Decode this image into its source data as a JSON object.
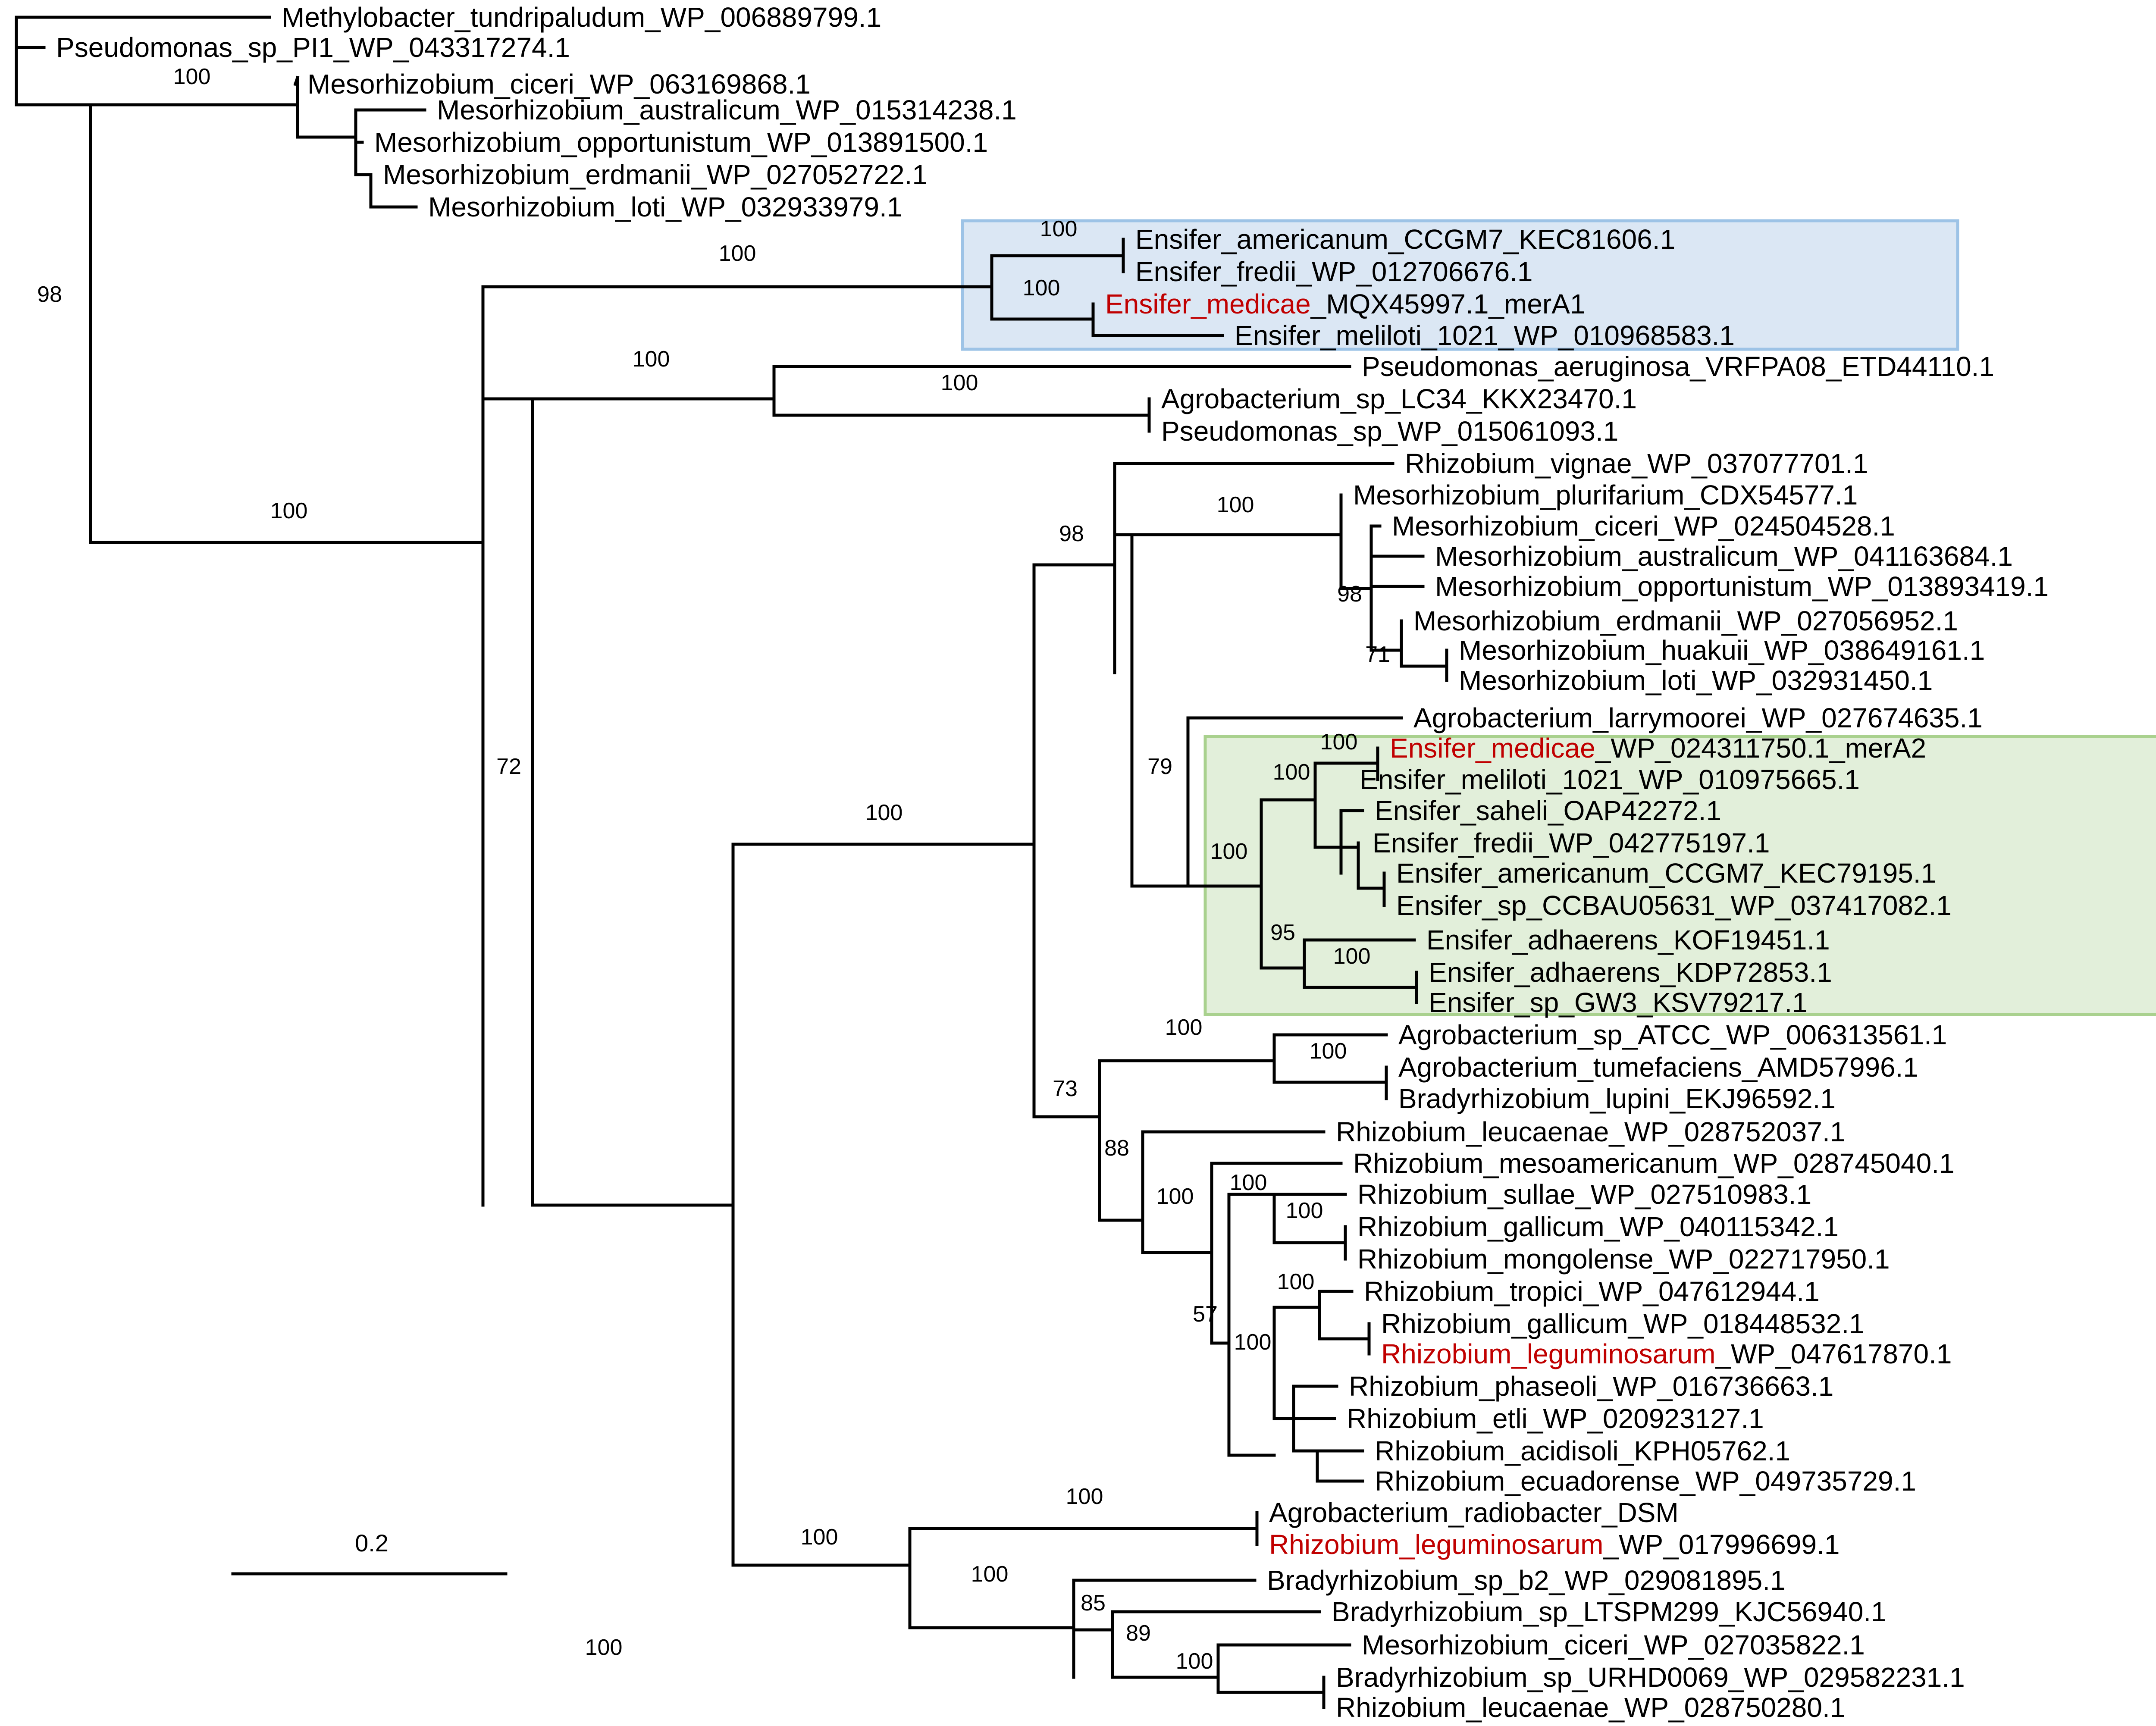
{
  "tree": {
    "colors": {
      "highlight_text": "#c00000",
      "box1_fill": "#dbe7f4",
      "box1_stroke": "#9dc3e6",
      "box2_fill": "#e2efda",
      "box2_stroke": "#a9d18e"
    },
    "scale_bar": {
      "label": "0.2"
    },
    "taxa": [
      {
        "id": "t1",
        "name": "Methylobacter_tundripaludum_WP_006889799.1"
      },
      {
        "id": "t2",
        "name": "Pseudomonas_sp_PI1_WP_043317274.1"
      },
      {
        "id": "t3",
        "name": "Mesorhizobium_ciceri_WP_063169868.1"
      },
      {
        "id": "t4",
        "name": "Mesorhizobium_australicum_WP_015314238.1"
      },
      {
        "id": "t5",
        "name": "Mesorhizobium_opportunistum_WP_013891500.1"
      },
      {
        "id": "t6",
        "name": "Mesorhizobium_erdmanii_WP_027052722.1"
      },
      {
        "id": "t7",
        "name": "Mesorhizobium_loti_WP_032933979.1"
      },
      {
        "id": "t8",
        "name": "Ensifer_americanum_CCGM7_KEC81606.1"
      },
      {
        "id": "t9",
        "name": "Ensifer_fredii_WP_012706676.1"
      },
      {
        "id": "t10",
        "name": "Ensifer_medicae_MQX45997.1_merA1",
        "highlight": "Ensifer_medicae",
        "rest": "_MQX45997.1_merA1"
      },
      {
        "id": "t11",
        "name": "Ensifer_meliloti_1021_WP_010968583.1"
      },
      {
        "id": "t12",
        "name": "Pseudomonas_aeruginosa_VRFPA08_ETD44110.1"
      },
      {
        "id": "t13",
        "name": "Agrobacterium_sp_LC34_KKX23470.1"
      },
      {
        "id": "t14",
        "name": "Pseudomonas_sp_WP_015061093.1"
      },
      {
        "id": "t15",
        "name": "Rhizobium_vignae_WP_037077701.1"
      },
      {
        "id": "t16",
        "name": "Mesorhizobium_plurifarium_CDX54577.1"
      },
      {
        "id": "t17",
        "name": "Mesorhizobium_ciceri_WP_024504528.1"
      },
      {
        "id": "t18",
        "name": "Mesorhizobium_australicum_WP_041163684.1"
      },
      {
        "id": "t19",
        "name": "Mesorhizobium_opportunistum_WP_013893419.1"
      },
      {
        "id": "t20",
        "name": "Mesorhizobium_erdmanii_WP_027056952.1"
      },
      {
        "id": "t21",
        "name": "Mesorhizobium_huakuii_WP_038649161.1"
      },
      {
        "id": "t22",
        "name": "Mesorhizobium_loti_WP_032931450.1"
      },
      {
        "id": "t23",
        "name": "Agrobacterium_larrymoorei_WP_027674635.1"
      },
      {
        "id": "t24",
        "name": "Ensifer_medicae_WP_024311750.1_merA2",
        "highlight": "Ensifer_medicae",
        "rest": "_WP_024311750.1_merA2"
      },
      {
        "id": "t25",
        "name": "Ensifer_meliloti_1021_WP_010975665.1"
      },
      {
        "id": "t26",
        "name": "Ensifer_saheli_OAP42272.1"
      },
      {
        "id": "t27",
        "name": "Ensifer_fredii_WP_042775197.1"
      },
      {
        "id": "t28",
        "name": "Ensifer_americanum_CCGM7_KEC79195.1"
      },
      {
        "id": "t29",
        "name": "Ensifer_sp_CCBAU05631_WP_037417082.1"
      },
      {
        "id": "t30",
        "name": "Ensifer_adhaerens_KOF19451.1"
      },
      {
        "id": "t31",
        "name": "Ensifer_adhaerens_KDP72853.1"
      },
      {
        "id": "t32",
        "name": "Ensifer_sp_GW3_KSV79217.1"
      },
      {
        "id": "t33",
        "name": "Agrobacterium_sp_ATCC_WP_006313561.1"
      },
      {
        "id": "t34",
        "name": "Agrobacterium_tumefaciens_AMD57996.1"
      },
      {
        "id": "t35",
        "name": "Bradyrhizobium_lupini_EKJ96592.1"
      },
      {
        "id": "t36",
        "name": "Rhizobium_leucaenae_WP_028752037.1"
      },
      {
        "id": "t37",
        "name": "Rhizobium_mesoamericanum_WP_028745040.1"
      },
      {
        "id": "t38",
        "name": "Rhizobium_sullae_WP_027510983.1"
      },
      {
        "id": "t39",
        "name": "Rhizobium_gallicum_WP_040115342.1"
      },
      {
        "id": "t40",
        "name": "Rhizobium_mongolense_WP_022717950.1"
      },
      {
        "id": "t41",
        "name": "Rhizobium_tropici_WP_047612944.1"
      },
      {
        "id": "t42",
        "name": "Rhizobium_gallicum_WP_018448532.1"
      },
      {
        "id": "t43",
        "name": "Rhizobium_leguminosarum_WP_047617870.1",
        "highlight": "Rhizobium_leguminosarum",
        "rest": "_WP_047617870.1"
      },
      {
        "id": "t44",
        "name": "Rhizobium_phaseoli_WP_016736663.1"
      },
      {
        "id": "t45",
        "name": "Rhizobium_etli_WP_020923127.1"
      },
      {
        "id": "t46",
        "name": "Rhizobium_acidisoli_KPH05762.1"
      },
      {
        "id": "t47",
        "name": "Rhizobium_ecuadorense_WP_049735729.1"
      },
      {
        "id": "t48",
        "name": "Agrobacterium_radiobacter_DSM"
      },
      {
        "id": "t49",
        "name": "Rhizobium_leguminosarum_WP_017996699.1",
        "highlight": "Rhizobium_leguminosarum",
        "rest": "_WP_017996699.1"
      },
      {
        "id": "t50",
        "name": "Bradyrhizobium_sp_b2_WP_029081895.1"
      },
      {
        "id": "t51",
        "name": "Bradyrhizobium_sp_LTSPM299_KJC56940.1"
      },
      {
        "id": "t52",
        "name": "Mesorhizobium_ciceri_WP_027035822.1"
      },
      {
        "id": "t53",
        "name": "Bradyrhizobium_sp_URHD0069_WP_029582231.1"
      },
      {
        "id": "t54",
        "name": "Rhizobium_leucaenae_WP_028750280.1"
      }
    ],
    "support_values": [
      {
        "id": "s1",
        "value": "100"
      },
      {
        "id": "s2",
        "value": "98"
      },
      {
        "id": "s3",
        "value": "100"
      },
      {
        "id": "s4",
        "value": "100"
      },
      {
        "id": "s5",
        "value": "100"
      },
      {
        "id": "s6",
        "value": "100"
      },
      {
        "id": "s7",
        "value": "100"
      },
      {
        "id": "s8",
        "value": "72"
      },
      {
        "id": "s9",
        "value": "100"
      },
      {
        "id": "s10",
        "value": "100"
      },
      {
        "id": "s11",
        "value": "98"
      },
      {
        "id": "s12",
        "value": "100"
      },
      {
        "id": "s13",
        "value": "98"
      },
      {
        "id": "s14",
        "value": "71"
      },
      {
        "id": "s15",
        "value": "79"
      },
      {
        "id": "s16",
        "value": "100"
      },
      {
        "id": "s17",
        "value": "100"
      },
      {
        "id": "s18",
        "value": "100"
      },
      {
        "id": "s19",
        "value": "95"
      },
      {
        "id": "s20",
        "value": "100"
      },
      {
        "id": "s21",
        "value": "100"
      },
      {
        "id": "s22",
        "value": "100"
      },
      {
        "id": "s23",
        "value": "73"
      },
      {
        "id": "s24",
        "value": "88"
      },
      {
        "id": "s25",
        "value": "100"
      },
      {
        "id": "s26",
        "value": "100"
      },
      {
        "id": "s27",
        "value": "100"
      },
      {
        "id": "s28",
        "value": "57"
      },
      {
        "id": "s29",
        "value": "100"
      },
      {
        "id": "s30",
        "value": "100"
      },
      {
        "id": "s31",
        "value": "100"
      },
      {
        "id": "s32",
        "value": "100"
      },
      {
        "id": "s33",
        "value": "100"
      },
      {
        "id": "s34",
        "value": "100"
      },
      {
        "id": "s35",
        "value": "85"
      },
      {
        "id": "s36",
        "value": "89"
      },
      {
        "id": "s37",
        "value": "100"
      }
    ]
  }
}
